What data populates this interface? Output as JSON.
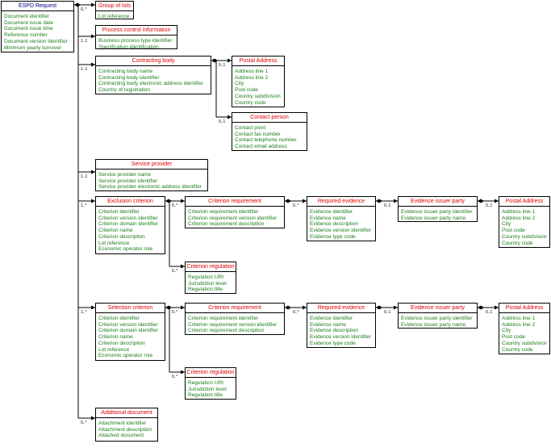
{
  "root": {
    "title": "ESPD Request",
    "attributes": [
      "Document identifier",
      "Document issue date",
      "Document issue time",
      "Reference number",
      "Document version identifier",
      "Minimum yearly turnover"
    ]
  },
  "group_of_lots": {
    "title": "Group of lots",
    "attributes": [
      "Lot reference"
    ],
    "cardinality": "0..*"
  },
  "process_control": {
    "title": "Process control information",
    "attributes": [
      "Business process type identifier",
      "Specification identification"
    ],
    "cardinality": "1..1"
  },
  "contracting_body": {
    "title": "Contracting body",
    "attributes": [
      "Contracting body name",
      "Contracting body identifier",
      "Contracting body electronic address identifier",
      "Country of registration"
    ],
    "cardinality": "1..1"
  },
  "postal_address_cb": {
    "title": "Postal Address",
    "attributes": [
      "Address line 1",
      "Address line 2",
      "City",
      "Post code",
      "Country subdivision",
      "Country code"
    ],
    "cardinality": "0..1"
  },
  "contact_person": {
    "title": "Contact person",
    "attributes": [
      "Contact point",
      "Contact fax number",
      "Contact telephone number",
      "Contact email address"
    ],
    "cardinality": "0..1"
  },
  "service_provider": {
    "title": "Service provider",
    "attributes": [
      "Service provider name",
      "Service provider identifier",
      "Service provider electronic address identifier"
    ],
    "cardinality": "1..1"
  },
  "exclusion_criterion": {
    "title": "Exclusion criterion",
    "attributes": [
      "Criterion identifier",
      "Criterion version identifier",
      "Criterion domain identifier",
      "Criterion name",
      "Criterion description",
      "Lot reference",
      "Economic operator role"
    ],
    "cardinality": "1..*"
  },
  "ex_requirement": {
    "title": "Criterion requirement",
    "attributes": [
      "Criterion requirement identifier",
      "Criterion requirement version identifier",
      "Criterion requirement description"
    ],
    "cardinality": "0..*"
  },
  "ex_required_evidence": {
    "title": "Required evidence",
    "attributes": [
      "Evidence identifier",
      "Evidence name",
      "Evidence description",
      "Evidence version identifier",
      "Evidence type code"
    ],
    "cardinality": "0..*"
  },
  "ex_issuer": {
    "title": "Evidence issuer party",
    "attributes": [
      "Evidence issuer party identifier",
      "Evidence issuer party name"
    ],
    "cardinality": "0..1"
  },
  "ex_postal": {
    "title": "Postal Address",
    "attributes": [
      "Address line 1",
      "Address line 2",
      "City",
      "Post code",
      "Country subdivision",
      "Country code"
    ],
    "cardinality": "0..1"
  },
  "ex_regulation": {
    "title": "Criterion regulation",
    "attributes": [
      "Regulation URI",
      "Jurisdiction level",
      "Regulation title"
    ],
    "cardinality": "0..*"
  },
  "selection_criterion": {
    "title": "Selection criterion",
    "attributes": [
      "Criterion identifier",
      "Criterion version identifier",
      "Criterion domain identifier",
      "Criterion name",
      "Criterion description",
      "Lot reference",
      "Economic operator role"
    ],
    "cardinality": "1..*"
  },
  "sel_requirement": {
    "title": "Criterion requirement",
    "attributes": [
      "Criterion requirement identifier",
      "Criterion requirement version identifier",
      "Criterion requirement description"
    ],
    "cardinality": "0..*"
  },
  "sel_required_evidence": {
    "title": "Required evidence",
    "attributes": [
      "Evidence identifier",
      "Evidence name",
      "Evidence description",
      "Evidence version identifier",
      "Evidence type code"
    ],
    "cardinality": "0..*"
  },
  "sel_issuer": {
    "title": "Evidence issuer party",
    "attributes": [
      "Evidence issuer party identifier",
      "Evidence issuer party name"
    ],
    "cardinality": "0..1"
  },
  "sel_postal": {
    "title": "Postal Address",
    "attributes": [
      "Address line 1",
      "Address line 2",
      "City",
      "Post code",
      "Country subdivision",
      "Country code"
    ],
    "cardinality": "0..1"
  },
  "sel_regulation": {
    "title": "Criterion regulation",
    "attributes": [
      "Regulation URI",
      "Jurisdiction level",
      "Regulation title"
    ],
    "cardinality": "0..*"
  },
  "additional_document": {
    "title": "Additional document",
    "attributes": [
      "Attachment identifier",
      "Attachment description",
      "Attached document"
    ],
    "cardinality": "0..*"
  }
}
